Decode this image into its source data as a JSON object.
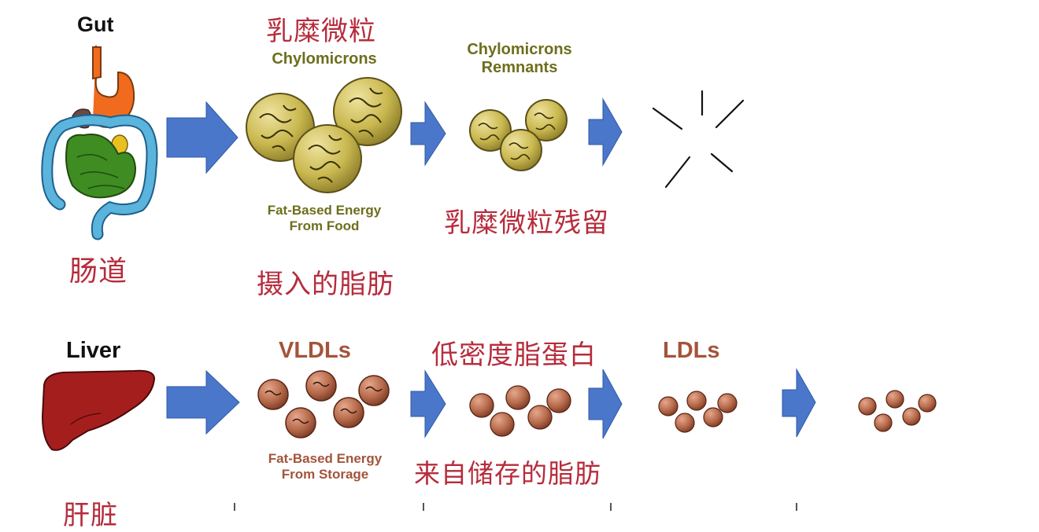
{
  "row_gut": {
    "organ_label": "Gut",
    "organ_label_zh": "肠道",
    "particle1_label_zh": "乳糜微粒",
    "particle1_label_line1": "Chylomicrons",
    "particle1_caption_line1": "Fat-Based Energy",
    "particle1_caption_line2": "From Food",
    "particle1_caption_zh": "摄入的脂肪",
    "particle2_label_line1": "Chylomicrons",
    "particle2_label_line2": "Remnants",
    "particle2_label_zh": "乳糜微粒残留"
  },
  "row_liver": {
    "organ_label": "Liver",
    "organ_label_zh": "肝脏",
    "particle1_label": "VLDLs",
    "particle1_caption_line1": "Fat-Based Energy",
    "particle1_caption_line2": "From Storage",
    "particle1_caption_zh": "来自储存的脂肪",
    "particle2_label_zh": "低密度脂蛋白",
    "particle3_label": "LDLs"
  },
  "colors": {
    "arrow": "#4a77c9",
    "chylomicron": "#cdbd55",
    "vldl": "#b5694a",
    "liver": "#a51e1e",
    "label_red": "#b62c3c",
    "label_olive": "#6e6e1e",
    "label_brown": "#a4543a"
  }
}
